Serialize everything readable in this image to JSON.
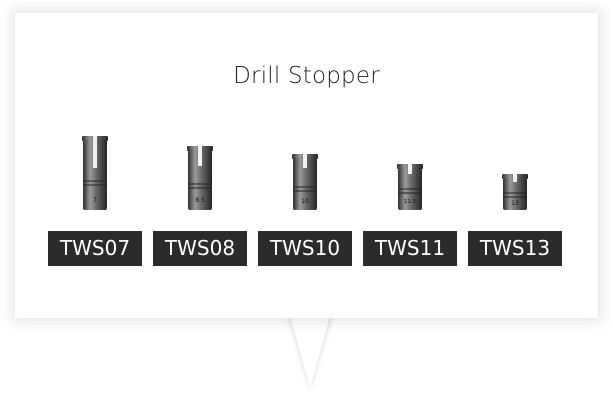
{
  "title": "Drill Stopper",
  "products": [
    {
      "code": "TWS07",
      "marking": "7"
    },
    {
      "code": "TWS08",
      "marking": "8.5"
    },
    {
      "code": "TWS10",
      "marking": "10"
    },
    {
      "code": "TWS11",
      "marking": "11.5"
    },
    {
      "code": "TWS13",
      "marking": "13"
    }
  ],
  "colors": {
    "label_background": "#2b2b2b",
    "label_text": "#ffffff",
    "title_text": "#222222"
  }
}
